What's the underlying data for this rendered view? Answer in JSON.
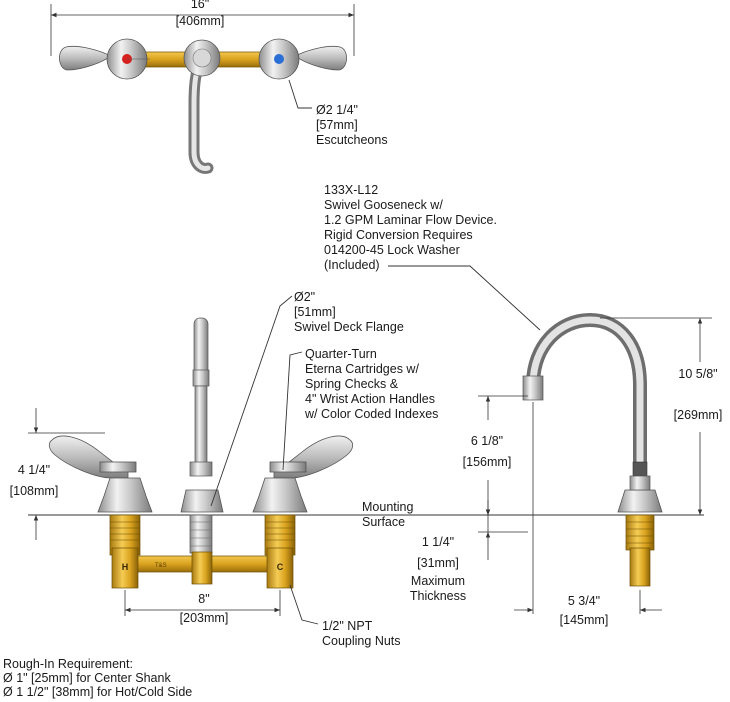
{
  "dimensions": {
    "overall_width": "16\"",
    "overall_width_mm": "[406mm]",
    "escutcheon": "Ø2 1/4\"",
    "escutcheon_mm": "[57mm]",
    "escutcheon_label": "Escutcheons",
    "flange": "Ø2\"",
    "flange_mm": "[51mm]",
    "flange_label": "Swivel Deck Flange",
    "handle_height": "4 1/4\"",
    "handle_height_mm": "[108mm]",
    "center_spacing": "8\"",
    "center_spacing_mm": "[203mm]",
    "spout_height": "6 1/8\"",
    "spout_height_mm": "[156mm]",
    "overall_height": "10 5/8\"",
    "overall_height_mm": "[269mm]",
    "max_thickness": "1 1/4\"",
    "max_thickness_mm": "[31mm]",
    "max_thickness_label_1": "Maximum",
    "max_thickness_label_2": "Thickness",
    "reach": "5 3/4\"",
    "reach_mm": "[145mm]"
  },
  "callouts": {
    "gooseneck": [
      "133X-L12",
      "Swivel Gooseneck w/",
      "1.2 GPM Laminar Flow Device.",
      "Rigid Conversion Requires",
      "014200-45 Lock Washer",
      "(Included)"
    ],
    "cartridges": [
      "Quarter-Turn",
      "Eterna Cartridges w/",
      "Spring Checks &",
      "4\" Wrist Action Handles",
      "w/ Color Coded Indexes"
    ],
    "mounting": [
      "Mounting",
      "Surface"
    ],
    "nuts": [
      "1/2\" NPT",
      "Coupling Nuts"
    ]
  },
  "rough_in": {
    "title": "Rough-In Requirement:",
    "center": "Ø 1\" [25mm] for Center Shank",
    "side": "Ø 1 1/2\" [38mm] for Hot/Cold Side"
  },
  "colors": {
    "brass": "#d9a21e",
    "chrome": "#c8c8c8",
    "hot_index": "#d62020",
    "cold_index": "#2a6fd6"
  }
}
